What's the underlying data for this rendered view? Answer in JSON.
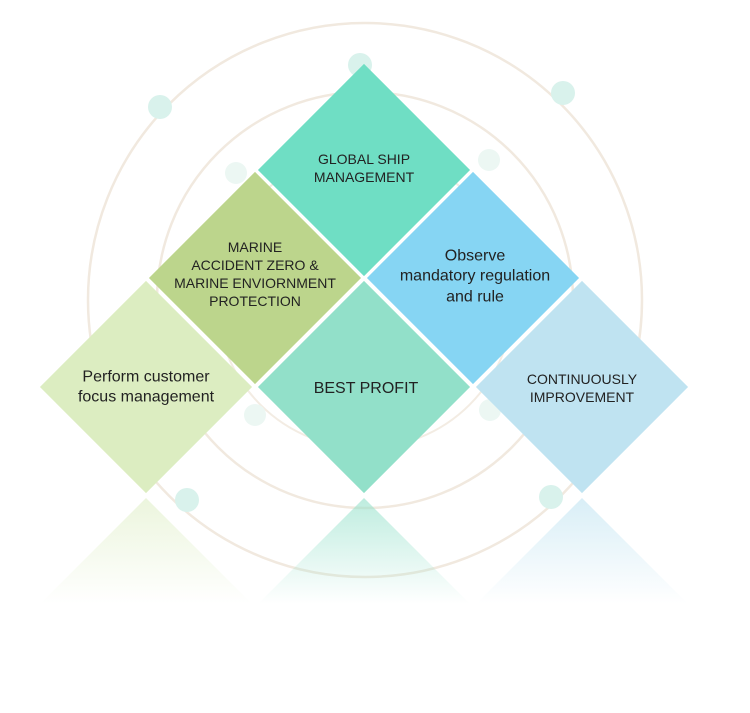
{
  "diamonds": [
    {
      "id": "global-ship-management",
      "label": "GLOBAL SHIP\nMANAGEMENT",
      "color": "#6fdec4"
    },
    {
      "id": "marine-accident-zero",
      "label": "MARINE\nACCIDENT ZERO &\nMARINE ENVIORNMENT\nPROTECTION",
      "color": "#bcd58c"
    },
    {
      "id": "observe-regulation",
      "label": "Observe\nmandatory regulation\nand rule",
      "color": "#86d5f3"
    },
    {
      "id": "customer-focus",
      "label": "Perform customer\nfocus management",
      "color": "#dcedc1"
    },
    {
      "id": "best-profit",
      "label": "BEST PROFIT",
      "color": "#92e0c9"
    },
    {
      "id": "continuous-improvement",
      "label": "CONTINUOUSLY\nIMPROVEMENT",
      "color": "#bfe3f1"
    }
  ],
  "colors": {
    "ring": "#efe6dc",
    "dot": "#d8f2ec"
  }
}
